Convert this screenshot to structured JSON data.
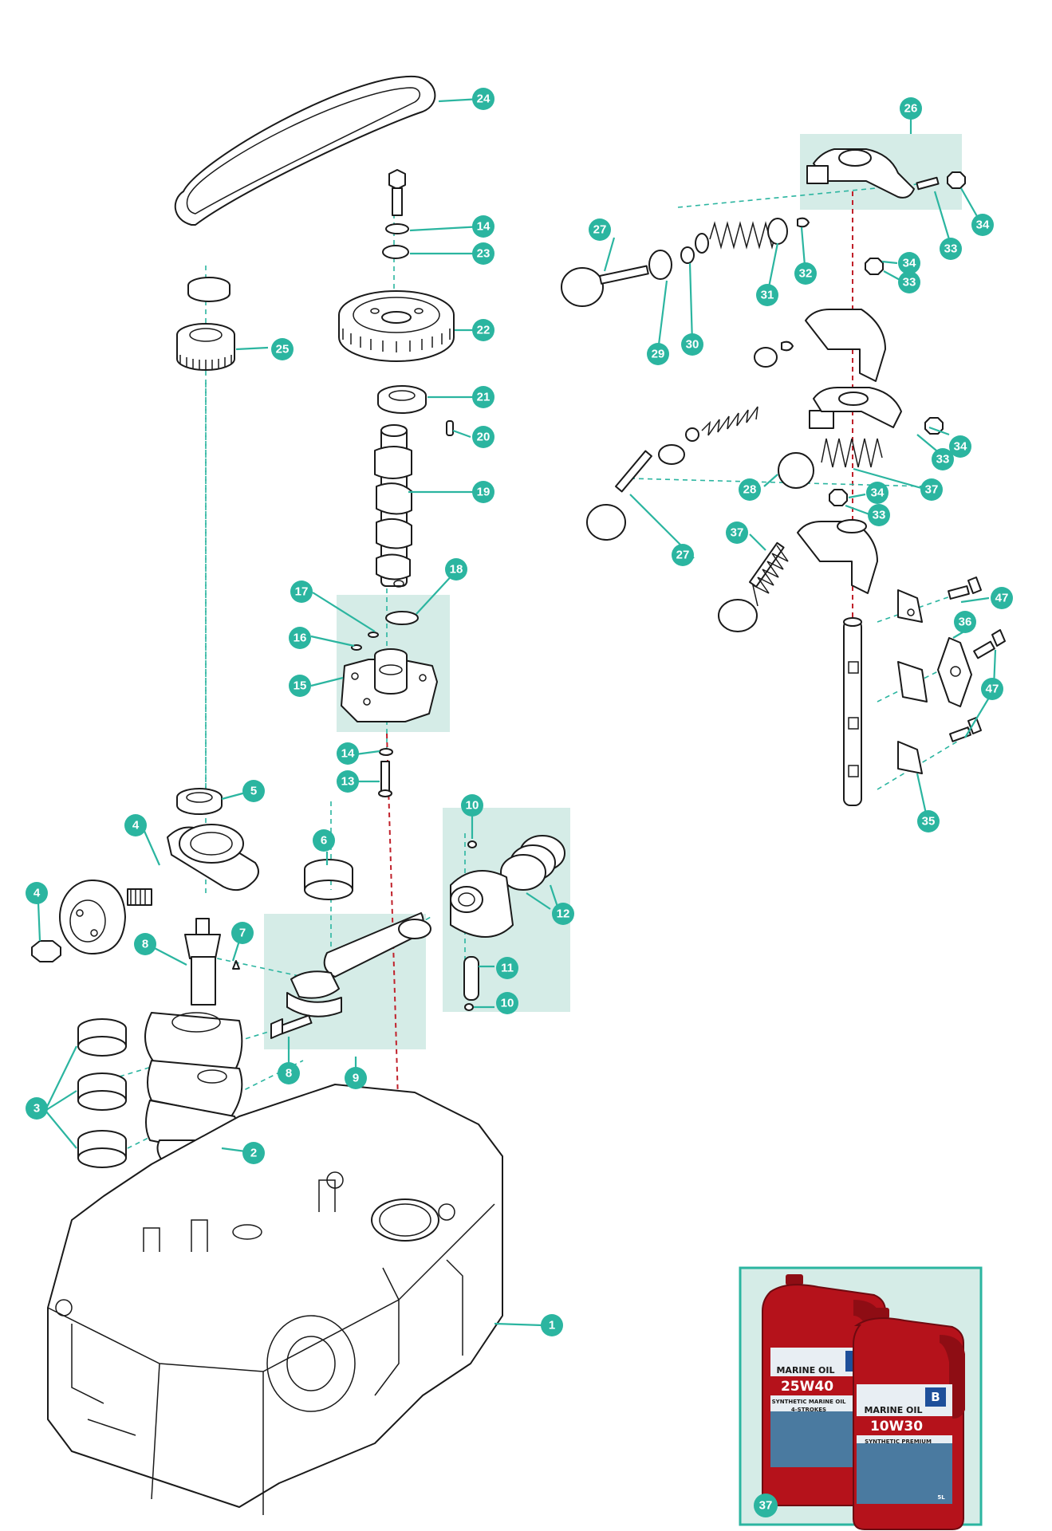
{
  "callouts": {
    "c1": "1",
    "c2": "2",
    "c3": "3",
    "c4a": "4",
    "c4b": "4",
    "c5": "5",
    "c6": "6",
    "c7": "7",
    "c8a": "8",
    "c8b": "8",
    "c9": "9",
    "c10a": "10",
    "c10b": "10",
    "c11": "11",
    "c12": "12",
    "c13": "13",
    "c14a": "14",
    "c14b": "14",
    "c15": "15",
    "c16": "16",
    "c17": "17",
    "c18": "18",
    "c19": "19",
    "c20": "20",
    "c21": "21",
    "c22": "22",
    "c23": "23",
    "c24": "24",
    "c25": "25",
    "c26": "26",
    "c27a": "27",
    "c27b": "27",
    "c28": "28",
    "c29": "29",
    "c30": "30",
    "c31": "31",
    "c32": "32",
    "c33a": "33",
    "c33b": "33",
    "c33c": "33",
    "c33d": "33",
    "c34a": "34",
    "c34b": "34",
    "c34c": "34",
    "c34d": "34",
    "c35": "35",
    "c36": "36",
    "c37a": "37",
    "c37b": "37",
    "c47a": "47",
    "c47b": "47",
    "c37box": "37"
  },
  "oil_box": {
    "jug1": {
      "line1": "MARINE OIL",
      "grade": "25W40",
      "line3": "SYNTHETIC MARINE OIL",
      "line4": "4-STROKES",
      "volume": "5L"
    },
    "jug2": {
      "line1": "MARINE OIL",
      "grade": "10W30",
      "line3": "SYNTHETIC PREMIUM",
      "volume": "5L"
    },
    "brand_letter": "B"
  },
  "colors": {
    "accent": "#2bb5a0",
    "panel": "#d5ece7",
    "axis_red": "#c0202a",
    "jug_red": "#b5121b"
  }
}
